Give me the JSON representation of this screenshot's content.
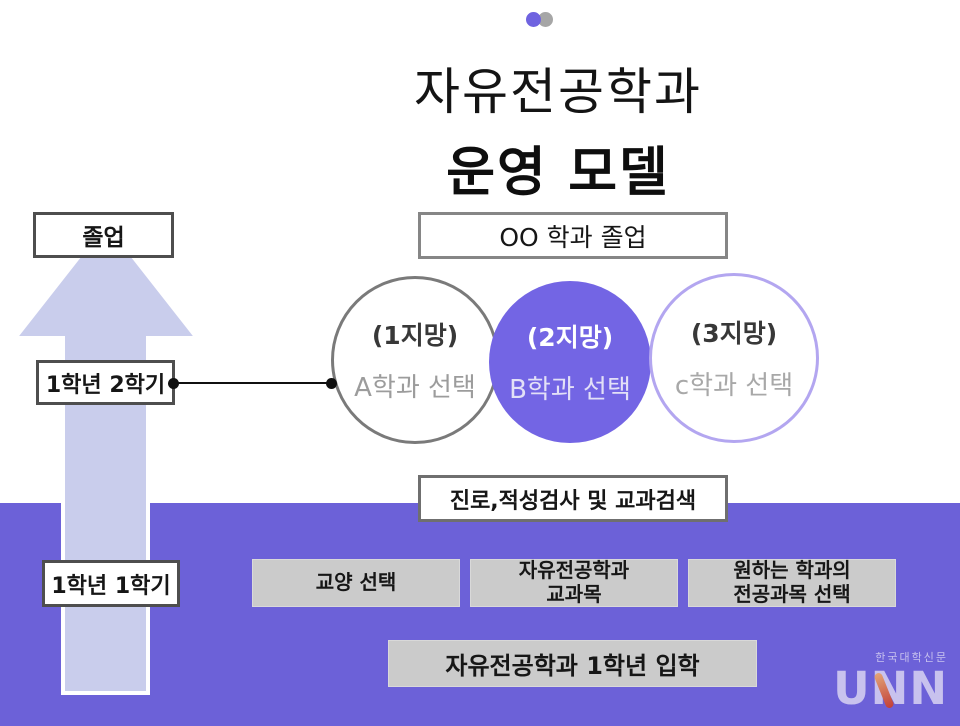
{
  "colors": {
    "purple_background": "#6c61d8",
    "choice2_fill": "#7365e4",
    "arrow_fill": "#c9cdec",
    "choice1_ring": "#7a7a7a",
    "choice3_ring": "#b3a6f0",
    "dot_purple": "#6f63e0",
    "dot_gray": "#a6a6a6",
    "logo_lavender": "#c8c2ee",
    "logo_accent_top": "#e2a477",
    "logo_accent_bottom": "#c2403a"
  },
  "header": {
    "title_line1": "자유전공학과",
    "title_line2": "운영 모델"
  },
  "timeline": {
    "graduation": "졸업",
    "year1_sem2": "1학년 2학기",
    "year1_sem1": "1학년 1학기"
  },
  "outcome": {
    "graduation": "OO 학과 졸업"
  },
  "choices": [
    {
      "rank": "(1지망)",
      "label": "A학과 선택"
    },
    {
      "rank": "(2지망)",
      "label": "B학과 선택"
    },
    {
      "rank": "(3지망)",
      "label": "c학과 선택"
    }
  ],
  "exploration": {
    "label": "진로,적성검사 및 교과검색"
  },
  "courses": [
    {
      "line1": "교양 선택",
      "line2": ""
    },
    {
      "line1": "자유전공학과",
      "line2": "교과목"
    },
    {
      "line1": "원하는 학과의",
      "line2": "전공과목 선택"
    }
  ],
  "admission": {
    "label": "자유전공학과 1학년 입학"
  },
  "logo": {
    "publisher": "한국대학신문",
    "brand": "UNN"
  }
}
